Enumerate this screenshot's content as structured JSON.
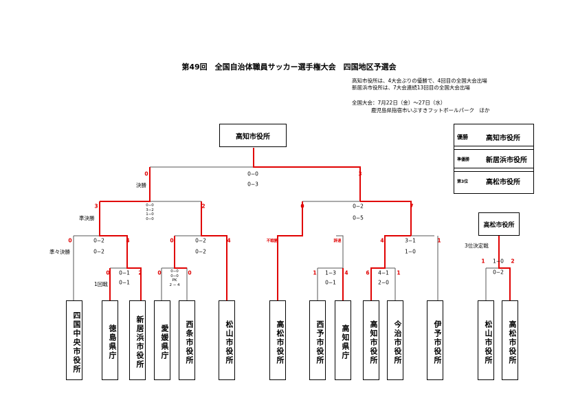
{
  "title": "第49回　全国自治体職員サッカー選手権大会　四国地区予選会",
  "notes": {
    "line1": "高知市役所は、4大会ぶりの優勝で、4回目の全国大会出場",
    "line2": "新居浜市役所は、7大会連続13回目の全国大会出場",
    "line3": "全国大会：7月22日（金）～27日（水）",
    "line4": "鹿児島県指宿市いぶすきフットボールパーク　ほか"
  },
  "champion_box": "高知市役所",
  "results": [
    {
      "label": "優勝",
      "team": "高知市役所"
    },
    {
      "label": "準優勝",
      "team": "新居浜市役所"
    },
    {
      "label": "第3位",
      "team": "高松市役所"
    }
  ],
  "third_place_box": "高松市役所",
  "rounds": {
    "final": "決勝",
    "semi": "準決勝",
    "quarter": "準々決勝",
    "first": "1回戦",
    "third": "3位決定戦"
  },
  "teams": [
    "四国中央市役所",
    "徳島県庁",
    "新居浜市役所",
    "愛媛県庁",
    "西条市役所",
    "松山市役所",
    "高松市役所",
    "西予市役所",
    "高知県庁",
    "高知市役所",
    "今治市役所",
    "伊予市役所",
    "松山市役所",
    "高松市役所"
  ],
  "scores": {
    "final": {
      "left": "0",
      "right": "3",
      "half1": "0−0",
      "half2": "0−3"
    },
    "semi_left": {
      "left": "3",
      "right": "2",
      "detail": [
        "0−0",
        "3−2",
        "1−0",
        "0−0"
      ]
    },
    "semi_right": {
      "left": "0",
      "right": "7",
      "half1": "0−2",
      "half2": "0−5"
    },
    "qf1": {
      "left": "0",
      "right": "4",
      "half1": "0−2",
      "half2": "0−2"
    },
    "qf2": {
      "left": "0",
      "right": "4",
      "half1": "0−2",
      "half2": "0−2"
    },
    "qf3": {
      "left": "不戦勝",
      "right": "辞退"
    },
    "qf4": {
      "left": "4",
      "right": "1",
      "half1": "3−1",
      "half2": "1−0"
    },
    "r1a": {
      "left": "0",
      "right": "2",
      "half1": "0−1",
      "half2": "0−1"
    },
    "r1b": {
      "left": "0",
      "right": "0",
      "detail": [
        "0−0",
        "0−0",
        "PK",
        "2 − 4"
      ]
    },
    "r1c": {
      "left": "1",
      "right": "4",
      "half1": "1−3",
      "half2": "0−1"
    },
    "r1d": {
      "left": "6",
      "right": "1",
      "half1": "4−1",
      "half2": "2−0"
    },
    "third": {
      "left": "1",
      "right": "2",
      "half1": "1−0",
      "half2": "0−2"
    }
  },
  "colors": {
    "win": "#e00000",
    "line": "#555555"
  }
}
